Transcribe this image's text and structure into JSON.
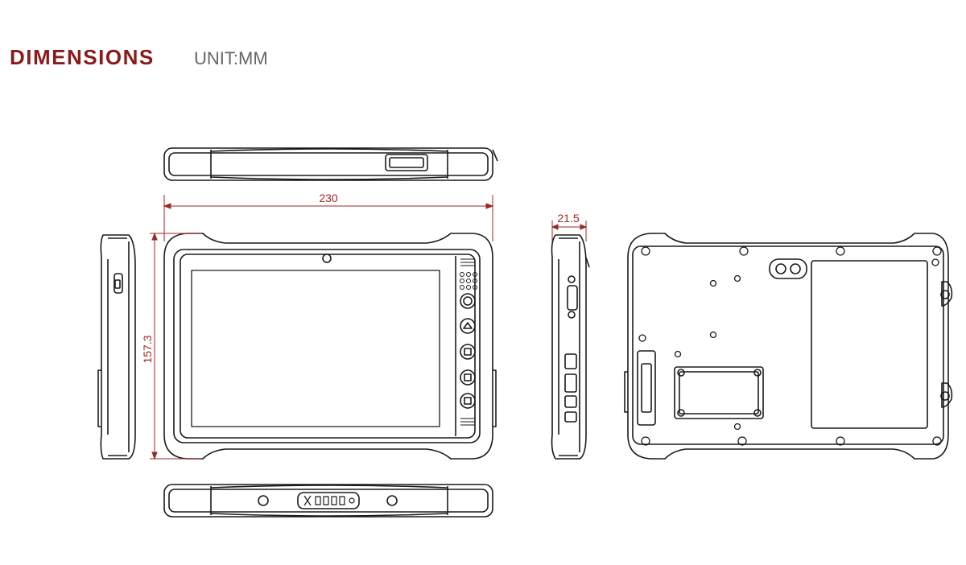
{
  "header": {
    "title": "DIMENSIONS",
    "unit": "UNIT:MM"
  },
  "dimensions": {
    "width": "230",
    "height": "157.3",
    "depth": "21.5"
  },
  "colors": {
    "accent": "#8b1a1a",
    "dim_line": "#9a2a2a",
    "unit_text": "#666666",
    "drawing": "#1a1a1a"
  }
}
